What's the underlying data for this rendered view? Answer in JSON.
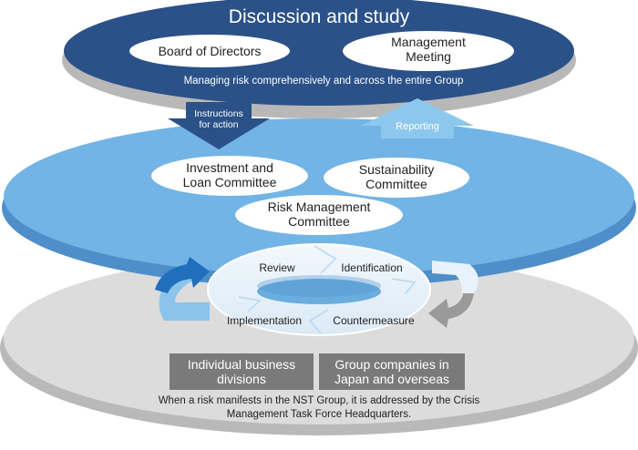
{
  "title": "Discussion and study",
  "top_tier": {
    "board_label": "Board of Directors",
    "management_line1": "Management",
    "management_line2": "Meeting",
    "caption": "Managing risk comprehensively and across the entire Group"
  },
  "arrows": {
    "instructions_line1": "Instructions",
    "instructions_line2": "for action",
    "reporting": "Reporting"
  },
  "middle_tier": {
    "investment_line1": "Investment and",
    "investment_line2": "Loan Committee",
    "sustainability_line1": "Sustainability",
    "sustainability_line2": "Committee",
    "risk_line1": "Risk Management",
    "risk_line2": "Committee"
  },
  "cycle": {
    "review": "Review",
    "identification": "Identification",
    "implementation": "Implementation",
    "countermeasure": "Countermeasure"
  },
  "bottom_tier": {
    "divisions_line1": "Individual business",
    "divisions_line2": "divisions",
    "group_line1": "Group companies in",
    "group_line2": "Japan and overseas",
    "note_line1": "When a risk manifests in the NST Group, it is addressed by the Crisis",
    "note_line2": "Management Task Force Headquarters."
  },
  "colors": {
    "top_tier": "#2b5189",
    "middle_tier": "#6fb3e3",
    "bottom_tier": "#d9d9d9",
    "label_box": "#7a7a7a",
    "cycle_arrow_blue": "#1f6fbd",
    "cycle_arrow_gray": "#9a9a9a"
  }
}
